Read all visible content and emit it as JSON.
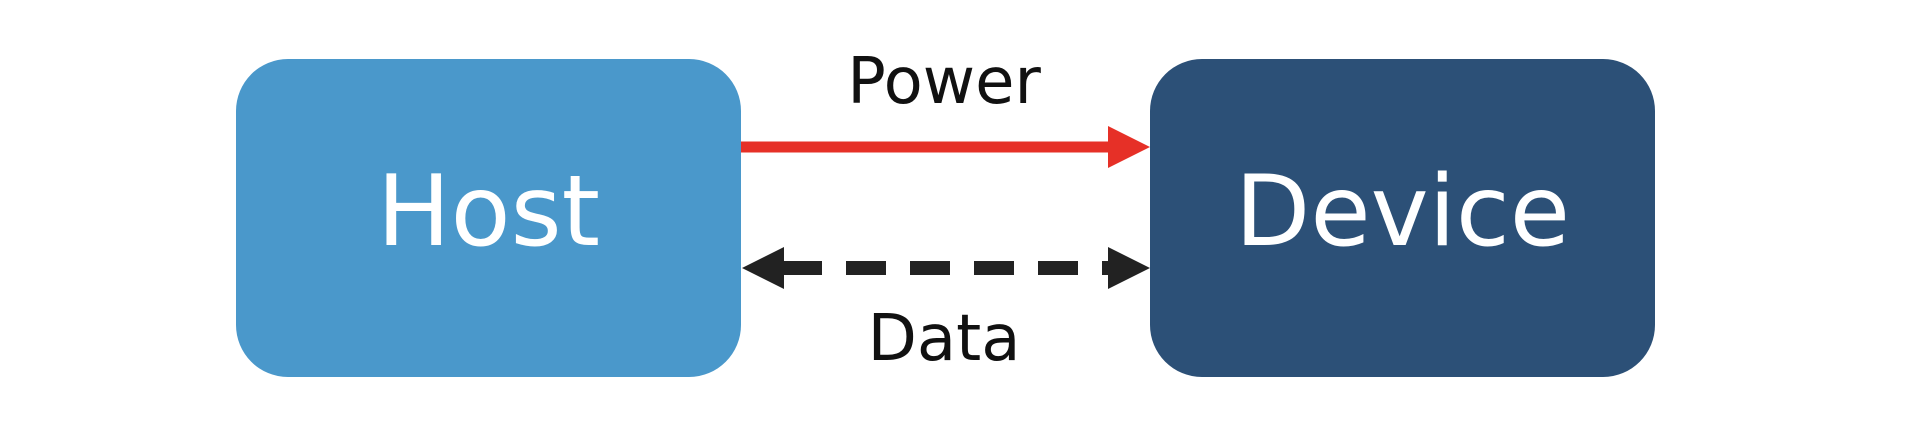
{
  "nodes": {
    "host": {
      "label": "Host",
      "color": "#4A98CB"
    },
    "device": {
      "label": "Device",
      "color": "#2C5077"
    }
  },
  "links": {
    "power": {
      "label": "Power",
      "color": "#E63027",
      "direction": "host-to-device",
      "style": "solid"
    },
    "data": {
      "label": "Data",
      "color": "#222222",
      "direction": "bidirectional",
      "style": "dashed"
    }
  }
}
